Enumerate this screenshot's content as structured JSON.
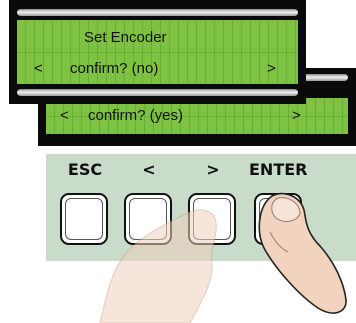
{
  "display_top": {
    "line1": "Set Encoder",
    "line2_left": "<",
    "line2_text": "confirm? (no)",
    "line2_right": ">"
  },
  "display_bottom": {
    "line_left": "<",
    "line_text": "confirm? (yes)",
    "line_right": ">"
  },
  "keypad": {
    "esc_label": "ESC",
    "left_label": "<",
    "right_label": ">",
    "enter_label": "ENTER"
  },
  "colors": {
    "lcd_green": "#7ec242",
    "panel_black": "#0a0a0a",
    "keypad_bg": "#c9dbc9"
  }
}
